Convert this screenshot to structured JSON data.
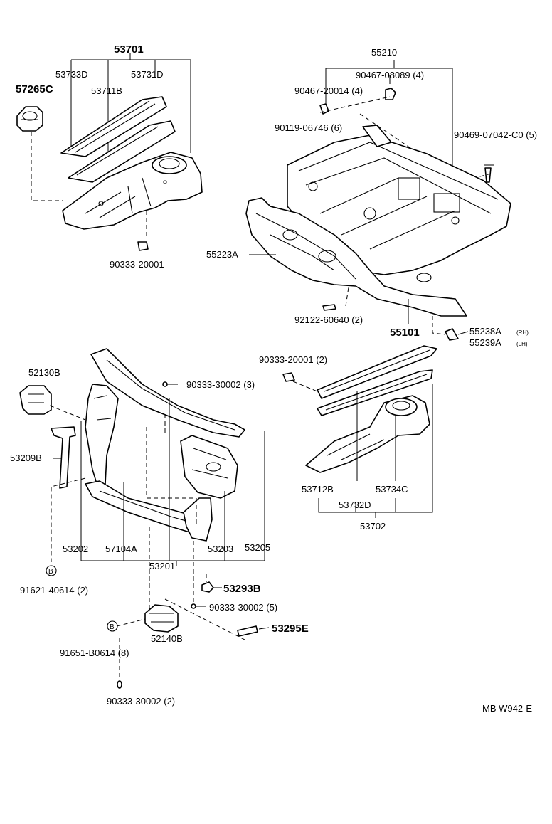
{
  "diagram_code": "MB W942-E",
  "callout_symbol": "B",
  "labels": {
    "p53701": "53701",
    "p53733D": "53733D",
    "p53731D": "53731D",
    "p57265C": "57265C",
    "p53711B": "53711B",
    "p90333_20001_top": "90333-20001",
    "p55210": "55210",
    "p90467_08089": "90467-08089 (4)",
    "p90467_20014": "90467-20014 (4)",
    "p90119_06746": "90119-06746 (6)",
    "p90469_07042": "90469-07042-C0 (5)",
    "p55223A": "55223A",
    "p92122_60640": "92122-60640 (2)",
    "p55101": "55101",
    "p55238A": "55238A",
    "p55238A_suffix": "(RH)",
    "p55239A": "55239A",
    "p55239A_suffix": "(LH)",
    "p52130B": "52130B",
    "p90333_30002_3": "90333-30002 (3)",
    "p90333_20001_2": "90333-20001 (2)",
    "p53209B": "53209B",
    "p53712B": "53712B",
    "p53734C": "53734C",
    "p53732D": "53732D",
    "p53702": "53702",
    "p53202": "53202",
    "p57104A": "57104A",
    "p53203": "53203",
    "p53205": "53205",
    "p53201": "53201",
    "p91621_40614": "91621-40614 (2)",
    "p53293B": "53293B",
    "p90333_30002_5": "90333-30002 (5)",
    "p52140B": "52140B",
    "p53295E": "53295E",
    "p91651_B0614": "91651-B0614 (8)",
    "p90333_30002_2": "90333-30002 (2)"
  }
}
